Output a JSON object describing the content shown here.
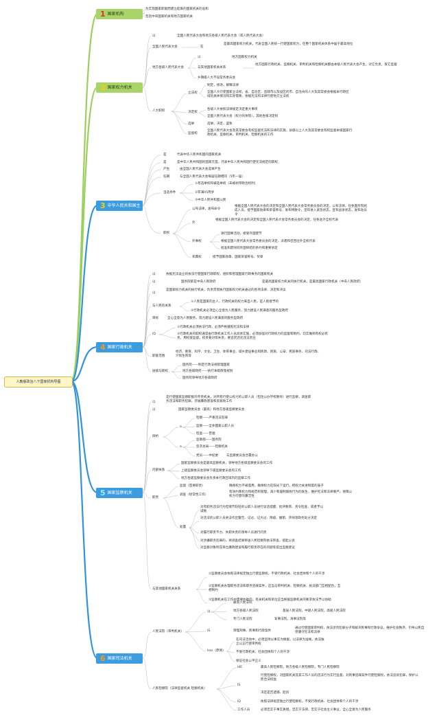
{
  "colors": {
    "green_branch": "#9bcf5b",
    "blue_branch": "#2f93dc",
    "root_fill": "#fff6c8",
    "number_red": "#d8312a",
    "number_yellow": "#f2d100",
    "number_orange": "#f39a1c"
  },
  "root": "人教版政治八下国家机构导图",
  "s1": {
    "num": "1",
    "title": "国家机构",
    "items": [
      "为实现国家职能而建立起来的国家机关的总和",
      "包括中央国家机关和地方国家机关"
    ]
  },
  "s2": {
    "num": "2",
    "title": "国家权力机关",
    "a": "以",
    "a1": "全国人民代表大会和地方各级人民代表大会（或人民代表大会）",
    "b": "全国人民代表大会",
    "b1": "在",
    "b2": "是最高国家权力机关，代表全国人民统一行使国家权力，在整个国家机关体系中居于最高地位",
    "c": "地方各级人民代表大会",
    "c1": "以",
    "c2": "地方国家权力机关",
    "c3": "与其他国家机关关系",
    "c4": "地方国家行政机关、监察机关、审判机关和检察机关都由本级人民代表大会产生，对它负责，受它监督",
    "c5": "乡镇级人大不设常务委员会",
    "d": "人大职权",
    "d1": "立法权",
    "d1a": "制定，修改，解释法律",
    "d1b": "全国人大行使国家立法权，省、自治区、直辖市以及设区的市、自治州的人大及其常委会根据本行政区域的具体情况和实际需要，依据宪法和法律行使地方立法权",
    "d2": "决定权",
    "d2a": "各级人大依照法律规定决定重大事项",
    "d2b": "全国人民代表大会（权力的体现），其他各级决定权",
    "d3": "选举",
    "d3a": "选举、决定、罢免",
    "d4": "监督权",
    "d4a": "全国人民代表大会及其常委会有权监督宪法和法律的实施，县级以上人大及其常委会有权监督本级国家行政机关、监察机关、审判机关、检察机关的工作"
  },
  "s3": {
    "num": "3",
    "title": "中华人民共和国主席",
    "a": "是",
    "a1": "代表中华人民共和国的国家机关",
    "b": "是",
    "b1": "是中华人民共和国的国家元首，代表中华人民共和国行使宪法规定的职权",
    "c": "产生",
    "c1": "由全国人民代表大会选举产生",
    "d": "任期",
    "d1": "与全国人民代表大会每届任期相同（5年一届）",
    "e": "当选条件",
    "e1": "①有选举权和被选举权（未被剥夺政治权利）",
    "e2": "②年满45周岁",
    "e3": "③中华人民共和国公民",
    "f": "职权",
    "f1": "公布法律，发布命令",
    "f1a": "根据全国人民代表大会的决定和全国人民代表大会常务委员会的决定，公布法律，任免国务院组成人员，授予国家勋章和荣誉称号，发布特赦令，宣布进入紧急状态，宣布战争状态，发布动员令",
    "f2": "外",
    "f2a": "根据全国人民代表大会的决定和全国人民代表大会常务委员会的决定，任免驻外全权代表",
    "f3": "外事权",
    "f3a": "进行国事活动，接受外国使节",
    "f3b": "根据全国人民代表大会常务委员会的决定，派遣和召回驻外全权代表",
    "f3c": "批准和废除同外国缔结的条约和重要协定",
    "f4": "荣典权",
    "f4a": "授予国家勋章、国家荣誉称号、奖章"
  },
  "s4": {
    "num": "4",
    "title": "国家行政机关",
    "a": "以",
    "a1": "依据宪法设立的依法行使国家行政职权，组织和管理国家行政事务的国家机关",
    "b": "以",
    "b1": "国务院即是中央人民政府",
    "b2": "是最高国家权力机关的执行机关，是最高国家行政机关（中央人民政府）",
    "c": "以",
    "c1": "是国家权力机关的执行机关，负责贯彻执行国家权力机关通过的各项法律、决定和决议",
    "d": "与人民的关系",
    "d1": "①人民是国家的主人，行政机关的权力来自人民，是人民授予的",
    "d2": "②行政机关必须全心全意为人民服务，努力建设人民满意的服务型政府",
    "e": "目标",
    "e1": "全心全意为人民服务，努力建设人民满意的服务型政府",
    "f": "IQ",
    "f1": "①行政机关必须依法行政，必须严格遵照宪法和法律",
    "f2": "②行政机关的职权通常由行政机关工作人员具体实施，必须加强对行政权力的监督和制约，切实做到有权必有责，用权受监督，权责要对等失责，要追究违宪违法责任",
    "g": "职能范围",
    "g1": "经济、教育、科学、文化、卫生、体育事业、城乡建设事业和民政、民族、公安、民族事务、司法行政、计划生育等",
    "h": "层级与职权",
    "h1": "国务院——制定行政法规管理国家",
    "h2": "地方各级政府——执行本级政策规划",
    "h3": "国务院领导地方各级政府"
  },
  "s5": {
    "num": "5",
    "title": "国家监察机关",
    "a": "以",
    "a1": "是行使国家监察职能的专责机关，对所有行使公权力的公职人员（包括公办学校教师）进行监察，调查职务违法和职务犯罪，开展廉政建设和反腐败工作",
    "b": "以",
    "b1": "国家监察委员会（最高）和地方各级监察委员会",
    "c": "辨析",
    "c1": "a",
    "c2": "检察——严重违法犯罪",
    "c3": "监察——全体国家公职人员",
    "c4": "检查——普遍",
    "c5": "a",
    "c6": "监察部——国务院",
    "c7": "反贪总局——检察机关",
    "c8": "党员——中纪委",
    "c9": "与监察委员会合署办公",
    "d": "内部关系",
    "d1": "国家监察委员会是最高监察机关，领导地方各级监察委员会的工作",
    "d2": "上级监察委员会领导下级监察委员会的工作",
    "d3": "地方各级监察委员会负责本行政区域内的监察工作",
    "e": "职责",
    "e1": "监督（首要职责）",
    "e1a": "确保权力不被滥用，确保权力在阳光下运行，把权力关进制度的笼子",
    "e2": "调查（经常性工作）",
    "e2a": "有效约束权力和规范和管理，减少和遏制腐败行为的发生，维护宪法和法律尊严，保障公权力行使的廉洁性",
    "e3": "处置",
    "e3a": "对有职务违法行为但情节较轻的公职人员进行谈话提醒、批评教育、责令检查，或者予以诫勉",
    "e3b": "对违法的公职人员依法作出警告、记过、记大过、降级、撤职、开除等政务处分决定",
    "e3c": "对履行职责不力、失职失责的领导人员进行问责",
    "e3d": "对涉嫌职务犯罪的，将调查结果移送人民检察院依法审查，提起公诉",
    "e3e": "对监察对象所在单位廉政建设和履行职责存在的问题等提出监察建议",
    "f": "与其他国家机关关系",
    "f1": "①监察委员会依照法律规定独立行使监察权，不受行政机关、社会团体和个人的干涉",
    "f2": "②监察机关办理职务违法和职务犯罪案件，应当与审判机关、检察机关、执法部门互相配合，互相制约",
    "f3": "③监察机关在工作中需要协助的，有关机关和单位应当根据监察机关的要求依法予以协助"
  },
  "s6": {
    "num": "6",
    "title": "国家司法机关",
    "a": "人民法院（审判机关）",
    "a1": "以",
    "a2": "最高人民法院",
    "a3": "地方各级人民法院",
    "a3a": "基层人民法院，中级人民法院，高级人民法院",
    "a4": "专门人民法院",
    "a4a": "军事法院，海事法院等",
    "a5": "IS",
    "a6": "审理刑事、民事和行政案件",
    "a6a": "通过行使国家审判权，依法惩罚犯罪分子和解决民事和行政争议，维护社会秩序，引导公民自觉遵守宪法和法律",
    "a7": "Isss（原则）",
    "a8": "在司法活动中，必须坚持以事实为根据，以法律为准绳，依法独立公正行使审判权",
    "a9": "不受行政机关、社会团体和个人的干涉",
    "a10": "保证社会公平正义",
    "b": "人民检察院（法律监督机关 检察机关）",
    "b1": "IdE",
    "b1a": "最高人民检察院，地方各级人民检察院，专门人民检察院",
    "b2": "IS",
    "b2a": "行使检察权，对国家机关及其工作人员的违法行为实行监督，对刑事犯罪案件行使检察权，依法追诉犯罪，保护公民合法权益",
    "b2b": "决定是否逮捕、起诉",
    "b3": "IQ",
    "b3a": "依照法律规定独立行使检察权，不受行政机关、社会团体和个人的干涉",
    "b4": "工作人员",
    "b4a": "必须忠实于事实真相，忠实于法律，忠实于社会主义事业，全心全意为人民服务"
  }
}
